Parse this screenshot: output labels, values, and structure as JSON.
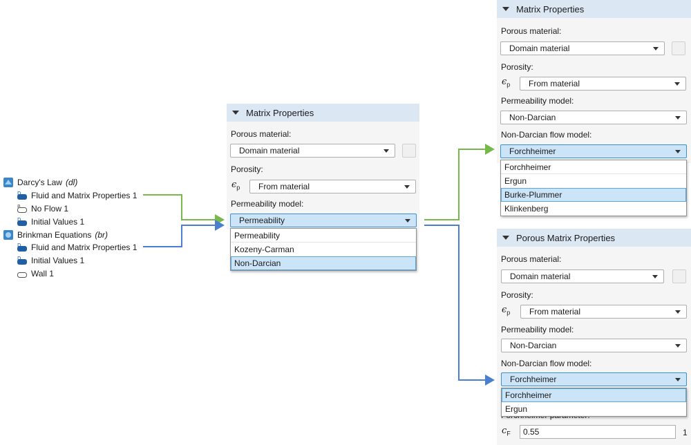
{
  "tree": {
    "items": [
      {
        "label": "Darcy's Law",
        "tag": "(dl)"
      },
      {
        "label": "Fluid and Matrix Properties 1"
      },
      {
        "label": "No Flow 1"
      },
      {
        "label": "Initial Values 1"
      },
      {
        "label": "Brinkman Equations",
        "tag": "(br)"
      },
      {
        "label": "Fluid and Matrix Properties 1"
      },
      {
        "label": "Initial Values 1"
      },
      {
        "label": "Wall 1"
      }
    ]
  },
  "panel_center": {
    "title": "Matrix Properties",
    "porous_label": "Porous material:",
    "porous_value": "Domain material",
    "porosity_label": "Porosity:",
    "porosity_symbol": "ϵ",
    "porosity_sub": "p",
    "porosity_value": "From material",
    "perm_label": "Permeability model:",
    "perm_value": "Permeability",
    "perm_options": [
      "Permeability",
      "Kozeny-Carman",
      "Non-Darcian"
    ]
  },
  "panel_top_right": {
    "title": "Matrix Properties",
    "porous_label": "Porous material:",
    "porous_value": "Domain material",
    "porosity_label": "Porosity:",
    "porosity_symbol": "ϵ",
    "porosity_sub": "p",
    "porosity_value": "From material",
    "perm_label": "Permeability model:",
    "perm_value": "Non-Darcian",
    "flow_label": "Non-Darcian flow model:",
    "flow_value": "Forchheimer",
    "flow_options": [
      "Forchheimer",
      "Ergun",
      "Burke-Plummer",
      "Klinkenberg"
    ]
  },
  "panel_bottom_right": {
    "title": "Porous Matrix Properties",
    "porous_label": "Porous material:",
    "porous_value": "Domain material",
    "porosity_label": "Porosity:",
    "porosity_symbol": "ϵ",
    "porosity_sub": "p",
    "porosity_value": "From material",
    "perm_label": "Permeability model:",
    "perm_value": "Non-Darcian",
    "flow_label": "Non-Darcian flow model:",
    "flow_value": "Forchheimer",
    "flow_options": [
      "Forchheimer",
      "Ergun"
    ],
    "param_label": "Forchheimer parameter:",
    "param_symbol": "c",
    "param_sub": "F",
    "param_value": "0.55",
    "param_unit": "1"
  },
  "colors": {
    "green_connector": "#77b84a",
    "blue_connector": "#4a7fd0",
    "header_bg": "#dbe7f3",
    "selected_bg": "#cce4f7",
    "icon_blue": "#1f5fa8"
  }
}
